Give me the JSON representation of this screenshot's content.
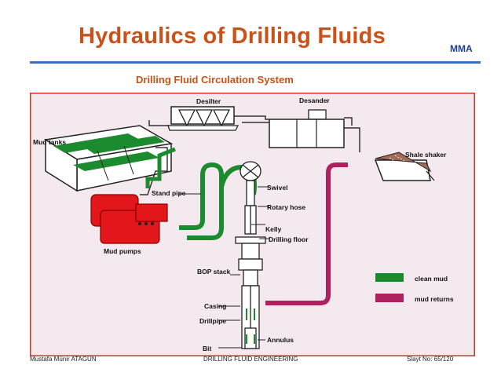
{
  "header": {
    "title": "Hydraulics of Drilling Fluids",
    "badge": "MMA",
    "subtitle": "Drilling Fluid Circulation System"
  },
  "diagram": {
    "labels": {
      "desilter": "Desilter",
      "desander": "Desander",
      "mud_tanks": "Mud tanks",
      "shale_shaker": "Shale shaker",
      "swivel": "Swivel",
      "stand_pipe": "Stand pipe",
      "rotary_hose": "Rotary hose",
      "kelly": "Kelly",
      "drilling_floor": "Drilling floor",
      "mud_pumps": "Mud pumps",
      "bop_stack": "BOP stack",
      "casing": "Casing",
      "drillpipe": "Drillpipe",
      "annulus": "Annulus",
      "bit": "Bit"
    },
    "legend": {
      "clean_mud": "clean mud",
      "mud_returns": "mud returns"
    },
    "colors": {
      "background": "#f4e9ee",
      "clean_mud": "#1c8a2e",
      "mud_returns": "#b0205f",
      "pumps": "#e3161c"
    }
  },
  "footer": {
    "author": "Mustafa Münir ATAGÜN",
    "course": "DRILLING FLUID ENGINEERING",
    "slide": "Slayt No:  65/120"
  }
}
